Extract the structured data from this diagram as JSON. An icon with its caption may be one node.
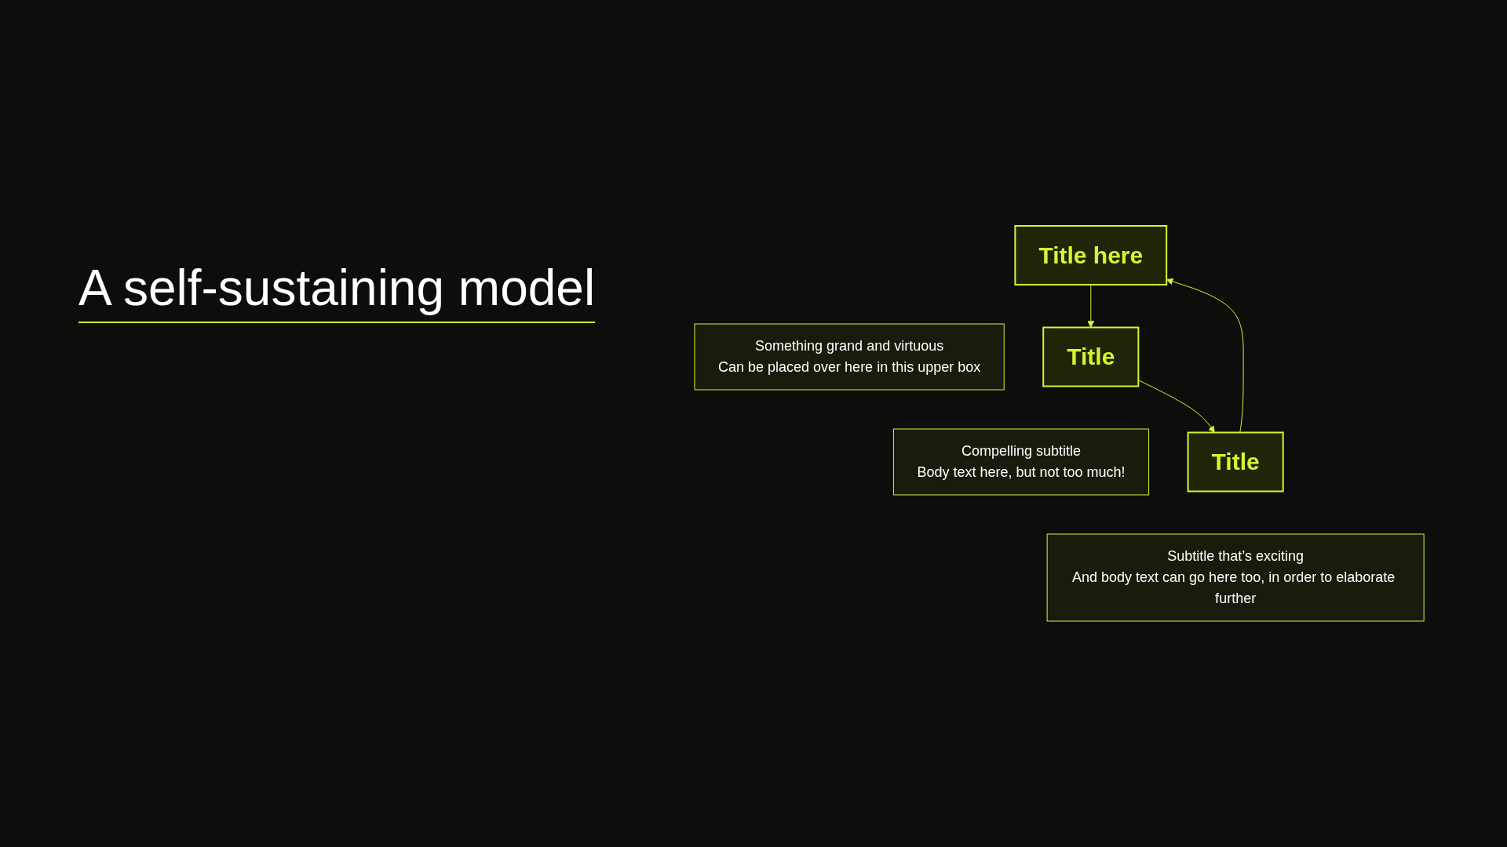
{
  "diagram": {
    "title": "A self-sustaining model",
    "nodes": [
      {
        "text": [
          "Title here"
        ]
      },
      {
        "text": [
          "Something grand and virtuous",
          "Can be placed over here in this upper box"
        ]
      },
      {
        "text": [
          "Title"
        ]
      },
      {
        "text": [
          "Compelling subtitle",
          "Body text here, but not too much!"
        ]
      },
      {
        "text": [
          "Title"
        ]
      },
      {
        "text": [
          "Subtitle that’s exciting",
          "And body text can go here too, in order to elaborate further"
        ]
      }
    ],
    "edges": [
      {
        "from": 0,
        "to": 2,
        "arrow": "to"
      },
      {
        "from": 2,
        "to": 4,
        "arrow": "to"
      },
      {
        "from": 4,
        "to": 0,
        "arrow": "to"
      }
    ]
  }
}
